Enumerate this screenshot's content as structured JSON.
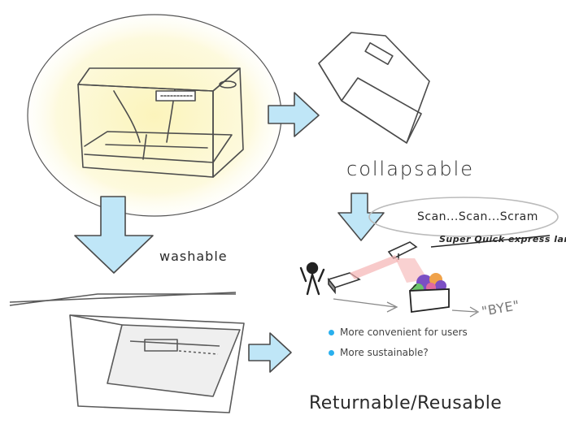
{
  "labels": {
    "collapsable": "collapsable",
    "washable": "washable",
    "scan": "Scan...Scan...Scram",
    "express": "Super Quick express lane",
    "bye": "\"BYE\"",
    "footer": "Returnable/Reusable"
  },
  "bullets": [
    {
      "text": "More convenient for users"
    },
    {
      "text": "More sustainable?"
    }
  ],
  "colors": {
    "arrow_fill": "#bfe6f7",
    "arrow_stroke": "#4a4a4a",
    "highlight": "#fbf3b4",
    "bullet": "#29b0ee",
    "scan_beam": "#f5b3b3",
    "clothes_purple": "#7b4fc4",
    "clothes_green": "#6bc46b",
    "clothes_orange": "#f0a24a"
  },
  "icons": {
    "arrow": "down-right-block-arrow",
    "box": "sketched-box",
    "person": "stick-person",
    "scanner": "barcode-scanner"
  }
}
